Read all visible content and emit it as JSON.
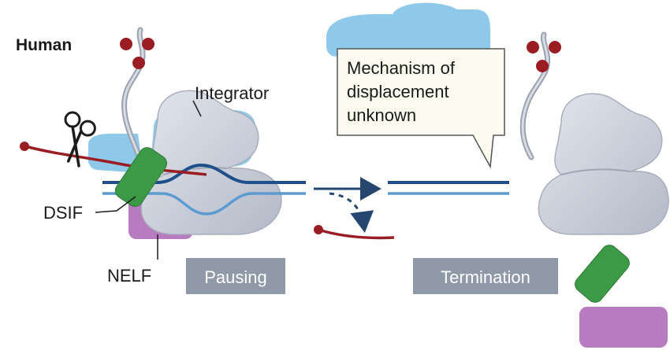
{
  "organism_label": "Human",
  "labels": {
    "integrator": "Integrator",
    "dsif": "DSIF",
    "nelf": "NELF"
  },
  "callout": {
    "line1": "Mechanism of",
    "line2": "displacement",
    "line3": "unknown"
  },
  "steps": {
    "pausing": "Pausing",
    "termination": "Termination"
  },
  "colors": {
    "polymerase": "#c9ced9",
    "integrator": "#8ec9ea",
    "dsif": "#3c9a47",
    "nelf": "#b77bbf",
    "rna": "#9a1d23",
    "dna_dark": "#1f4f8b",
    "dna_light": "#5b9bd0",
    "tag_bg": "#8f99a8",
    "callout_bg": "#fbfbf0"
  }
}
